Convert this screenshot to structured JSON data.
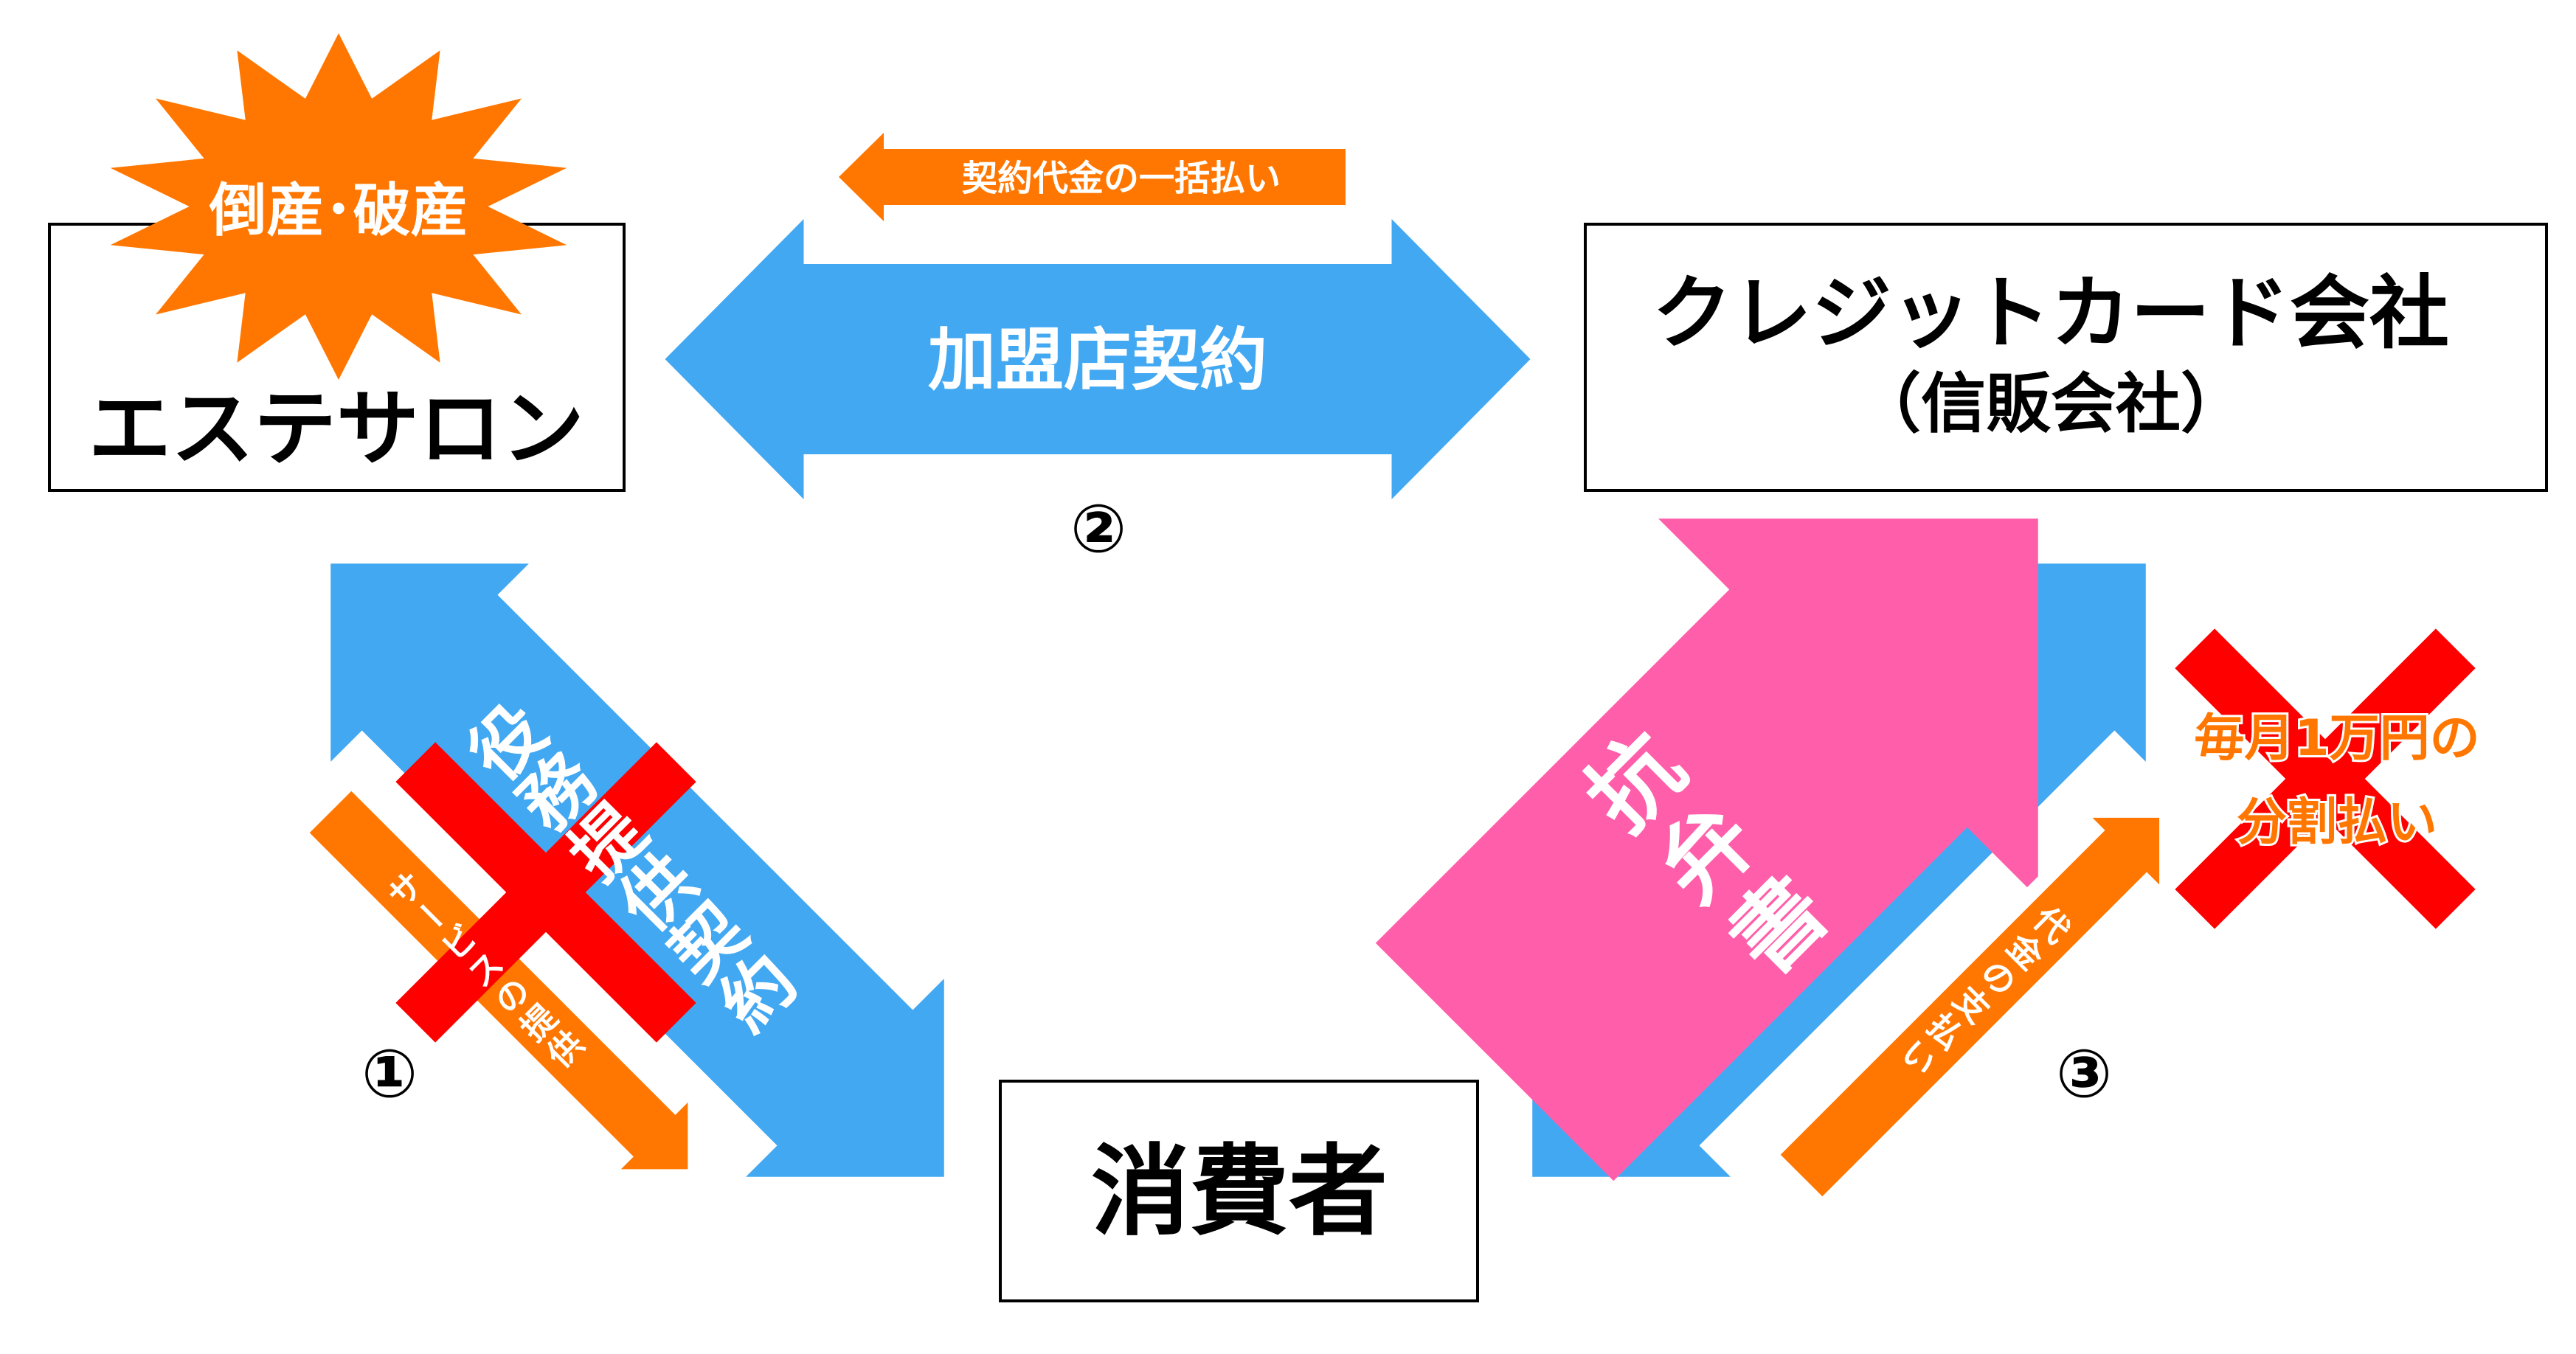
{
  "colors": {
    "blue": "#42A8F2",
    "orange": "#FF7700",
    "pink": "#FF5FAA",
    "red": "#FF0000",
    "black": "#000000"
  },
  "salon": {
    "name": "エステサロン",
    "burst": "倒産･破産"
  },
  "credit": {
    "name": "クレジットカード会社",
    "sub": "（信販会社）"
  },
  "consumer": {
    "name": "消費者"
  },
  "merchant_contract": {
    "label": "加盟店契約",
    "number": "②"
  },
  "lump_payment": {
    "label": "契約代金の一括払い"
  },
  "service_contract": {
    "label": "役務提供契約",
    "number": "①"
  },
  "service_provision": {
    "label": "サービスの提供"
  },
  "objection": {
    "label": "抗弁書"
  },
  "payment": {
    "label": "代金の支払い",
    "number": "③"
  },
  "installment": {
    "line1": "毎月1万円の",
    "line2": "分割払い"
  }
}
